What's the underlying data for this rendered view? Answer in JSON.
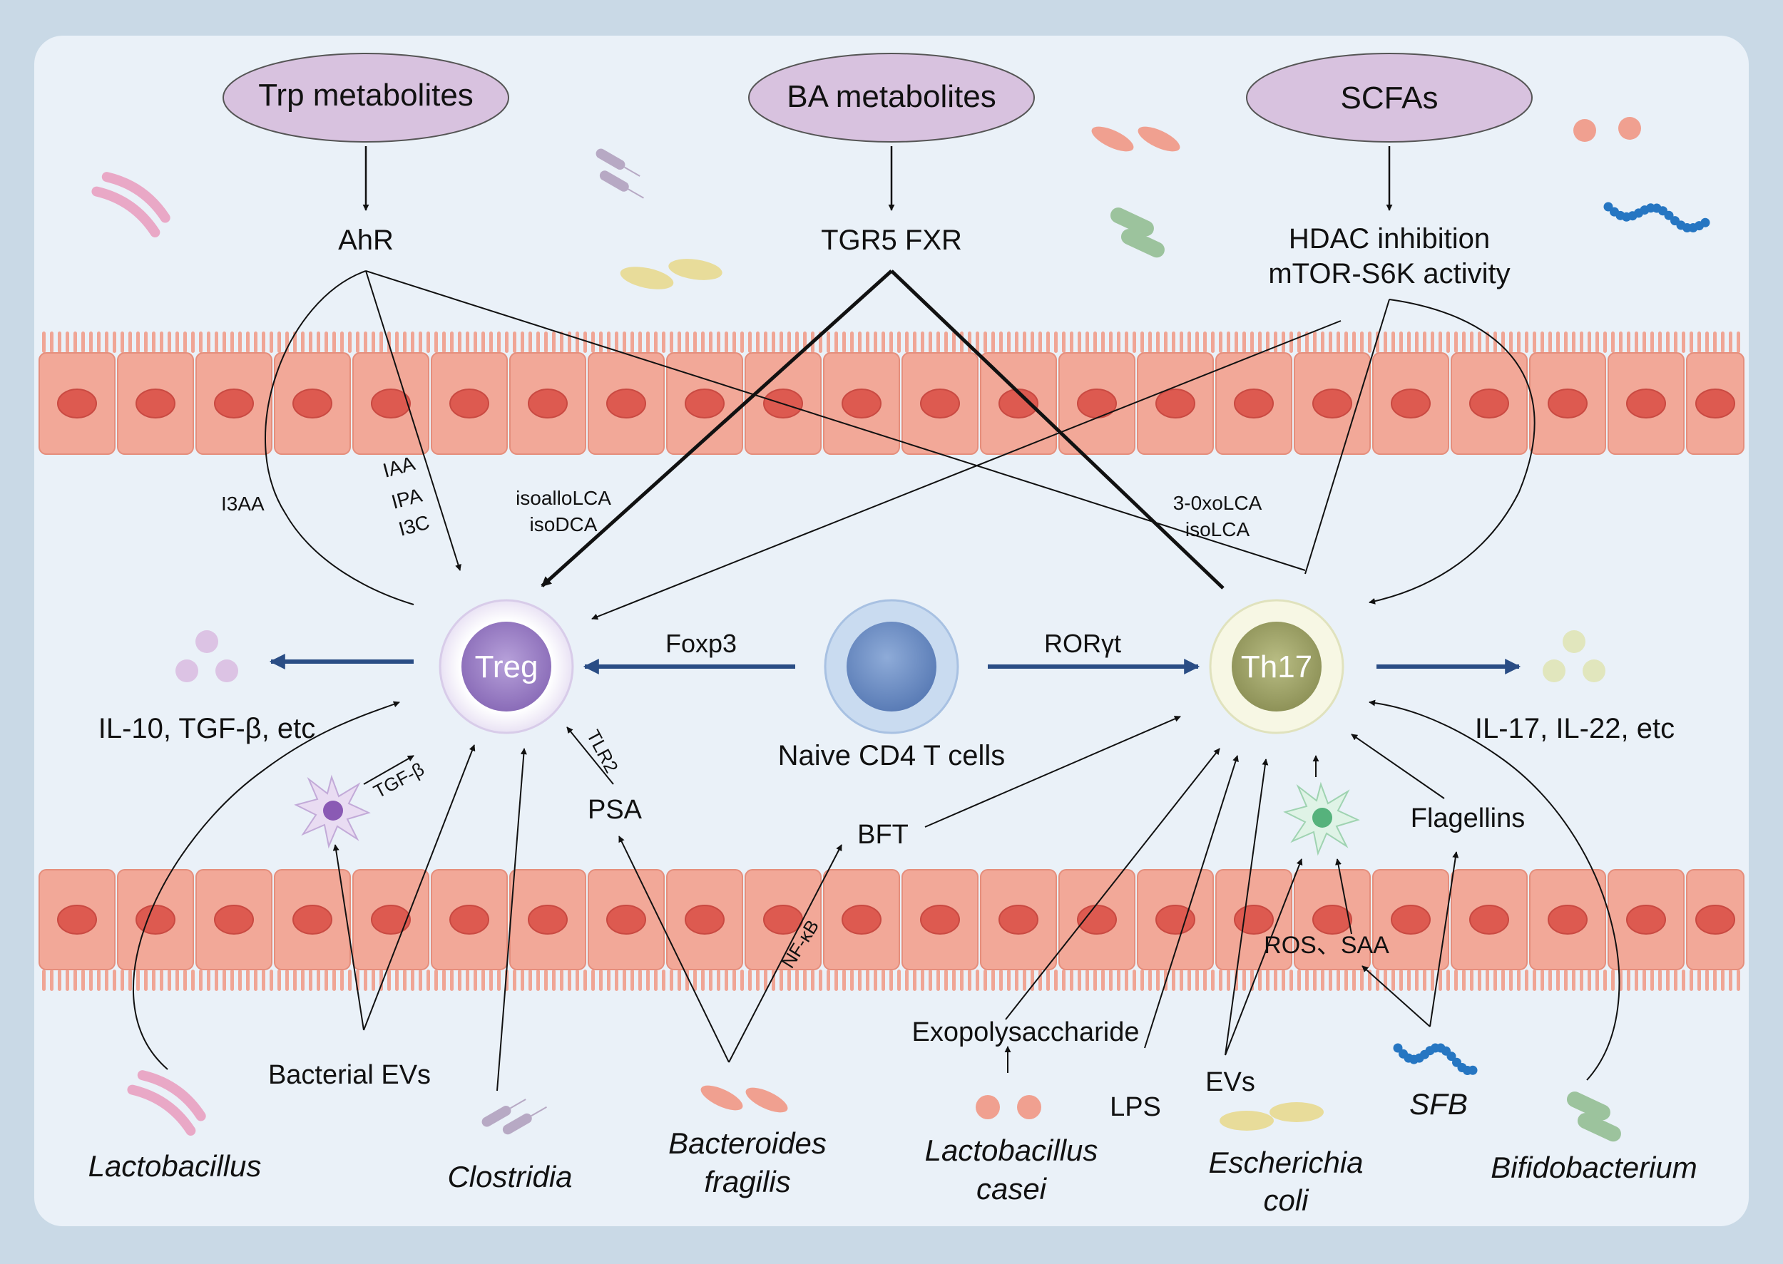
{
  "metabolites": {
    "trp": "Trp metabolites",
    "ba": "BA metabolites",
    "scfa": "SCFAs"
  },
  "receptors": {
    "ahr": "AhR",
    "tgr5": "TGR5 FXR",
    "hdac1": "HDAC inhibition",
    "hdac2": "mTOR-S6K activity"
  },
  "edge_labels": {
    "i3aa": "I3AA",
    "iaa": "IAA",
    "ipa": "IPA",
    "i3c": "I3C",
    "isoallolca": "isoalloLCA",
    "isodca": "isoDCA",
    "oxolca": "3-0xoLCA",
    "isolca": "isoLCA",
    "foxp3": "Foxp3",
    "rorgt": "RORγt",
    "tgfb": "TGF-β",
    "tlr2": "TLR2",
    "nfkb": "NF-κB"
  },
  "cells": {
    "treg": "Treg",
    "th17": "Th17",
    "naive": "Naive CD4 T cells"
  },
  "cytokines": {
    "treg": "IL-10, TGF-β, etc",
    "th17": "IL-17, IL-22, etc"
  },
  "factors": {
    "psa": "PSA",
    "bft": "BFT",
    "flagellins": "Flagellins",
    "ros_saa": "ROS、SAA",
    "bacterial_evs": "Bacterial EVs",
    "exopoly": "Exopolysaccharide",
    "lps": "LPS",
    "evs": "EVs"
  },
  "bacteria": {
    "lactobacillus": "Lactobacillus",
    "clostridia": "Clostridia",
    "bfrag1": "Bacteroides",
    "bfrag2": "fragilis",
    "lcasei1": "Lactobacillus",
    "lcasei2": "casei",
    "ecoli1": "Escherichia",
    "ecoli2": "coli",
    "sfb": "SFB",
    "bifido": "Bifidobacterium"
  },
  "colors": {
    "background": "#c9d9e6",
    "panel": "#eaf1f8",
    "metabolite_ellipse": "#d8c2df",
    "epithelium": "#f2a898",
    "nucleus": "#dd5a50",
    "treg": "#9a80c4",
    "th17": "#a4a86e",
    "naive": "#6f8fc6",
    "blue_arrow": "#2a4d85"
  }
}
